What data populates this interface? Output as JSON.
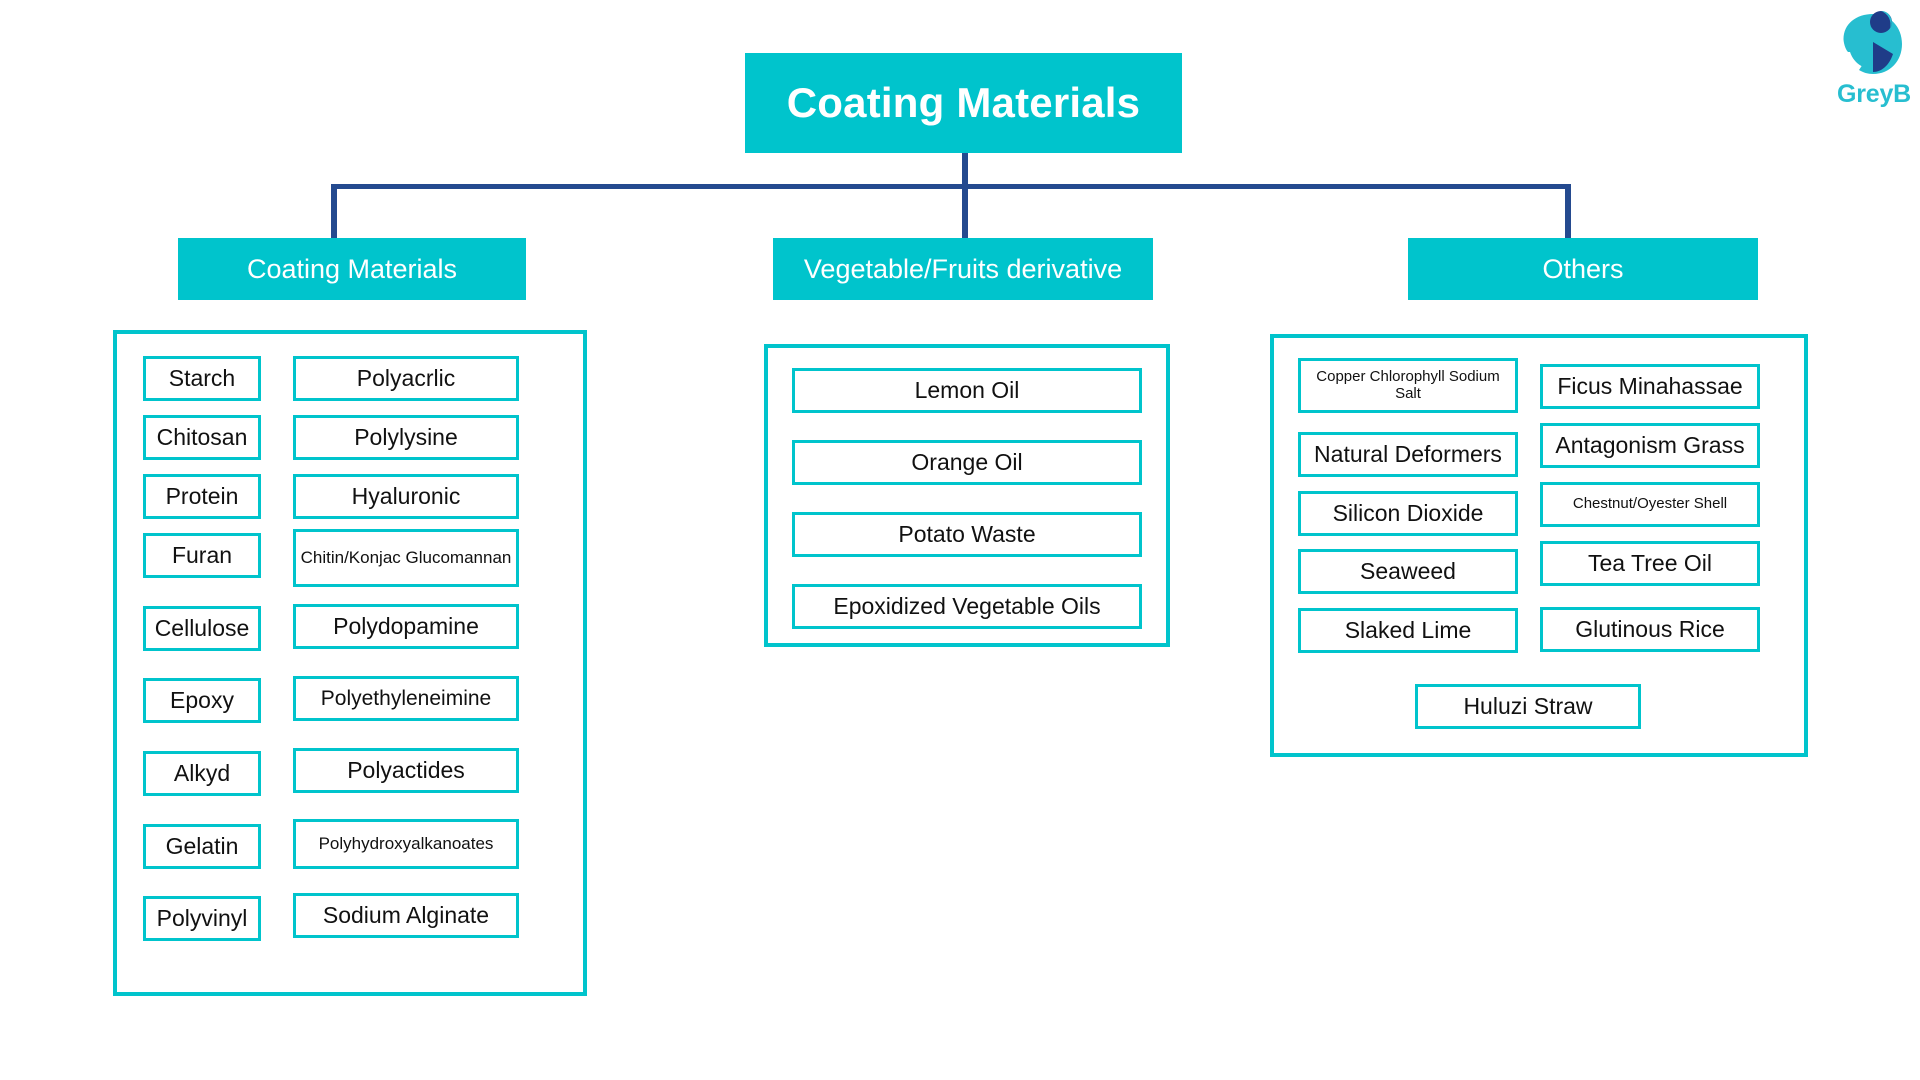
{
  "colors": {
    "teal": "#00C4CC",
    "navy": "#244A8F",
    "logo_teal": "#27BED0",
    "logo_navy": "#1F3C88",
    "text": "#111111",
    "white": "#FFFFFF"
  },
  "brand": {
    "name": "GreyB",
    "mark_icon": "greyb-logo-icon"
  },
  "root": {
    "label": "Coating Materials"
  },
  "categories": [
    {
      "label": "Coating Materials",
      "columns": [
        {
          "items": [
            "Starch",
            "Chitosan",
            "Protein",
            "Furan",
            "Cellulose",
            "Epoxy",
            "Alkyd",
            "Gelatin",
            "Polyvinyl"
          ]
        },
        {
          "items": [
            "Polyacrlic",
            "Polylysine",
            "Hyaluronic",
            "Chitin/Konjac Glucomannan",
            "Polydopamine",
            "Polyethyleneimine",
            "Polyactides",
            "Polyhydroxyalkanoates",
            "Sodium Alginate"
          ]
        }
      ]
    },
    {
      "label": "Vegetable/Fruits derivative",
      "columns": [
        {
          "items": [
            "Lemon Oil",
            "Orange Oil",
            "Potato Waste",
            "Epoxidized Vegetable Oils"
          ]
        }
      ]
    },
    {
      "label": "Others",
      "columns": [
        {
          "items": [
            "Copper Chlorophyll Sodium Salt",
            "Natural Deformers",
            "Silicon Dioxide",
            "Seaweed",
            "Slaked Lime"
          ]
        },
        {
          "items": [
            "Ficus Minahassae",
            "Antagonism Grass",
            "Chestnut/Oyester Shell",
            "Tea Tree Oil",
            "Glutinous Rice"
          ]
        },
        {
          "items": [
            "Huluzi Straw"
          ]
        }
      ]
    }
  ]
}
